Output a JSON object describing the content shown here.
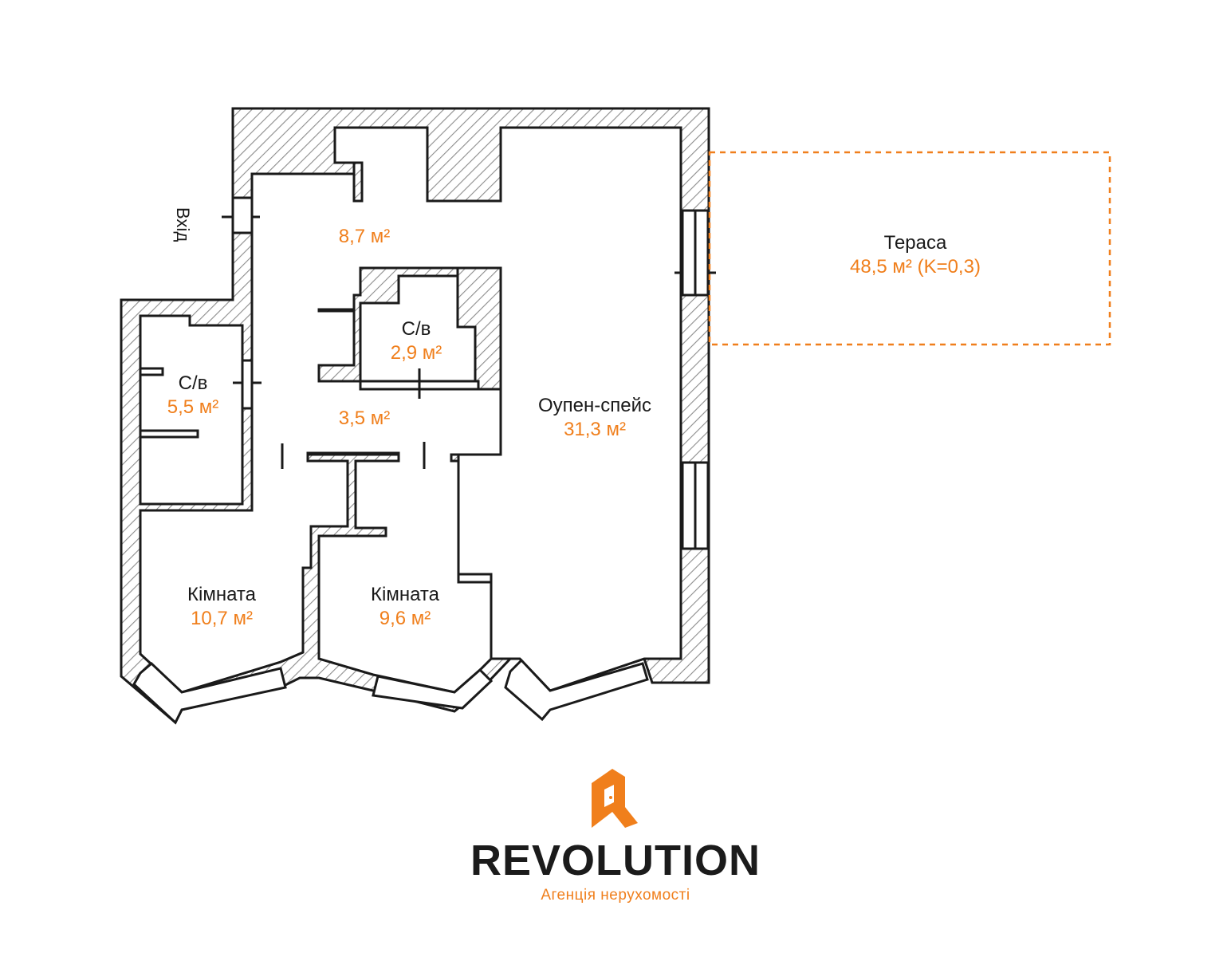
{
  "rooms": {
    "hall": {
      "area": "8,7 м²"
    },
    "wc1": {
      "name": "С/в",
      "area": "2,9 м²"
    },
    "wc2": {
      "name": "С/в",
      "area": "5,5 м²"
    },
    "corridor": {
      "area": "3,5 м²"
    },
    "openspace": {
      "name": "Оупен-спейс",
      "area": "31,3 м²"
    },
    "room1": {
      "name": "Кімната",
      "area": "10,7 м²"
    },
    "room2": {
      "name": "Кімната",
      "area": "9,6 м²"
    },
    "terrace": {
      "name": "Тераса",
      "area": "48,5 м² (K=0,3)"
    }
  },
  "entrance": "Вхід",
  "brand": {
    "name": "REVOLUTION",
    "tagline": "Агенція нерухомості",
    "accent": "#f07f1c"
  },
  "colors": {
    "wall": "#1a1a1a",
    "hatch": "#9a9a9a",
    "area_text": "#f07f1c"
  }
}
